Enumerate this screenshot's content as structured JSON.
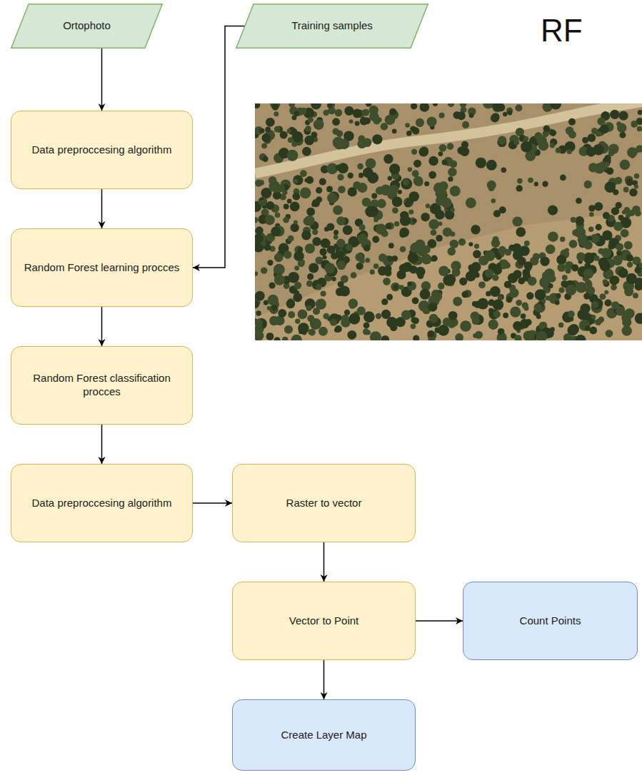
{
  "diagram": {
    "nodes": [
      {
        "text": [
          "Ortophoto"
        ]
      },
      {
        "text": [
          "Training samples"
        ]
      },
      {
        "text": [
          "Data preproccesing algorithm"
        ]
      },
      {
        "text": [
          "Random Forest learning procces"
        ]
      },
      {
        "text": [
          "Random Forest classification procces"
        ]
      },
      {
        "text": [
          "Data preproccesing algorithm"
        ]
      },
      {
        "text": [
          "Raster to vector"
        ]
      },
      {
        "text": [
          "Vector to Point"
        ]
      },
      {
        "text": [
          "Count Points"
        ]
      },
      {
        "text": [
          "Create Layer Map"
        ]
      }
    ],
    "edges": [
      {
        "from": 0,
        "to": 2,
        "arrow": "to"
      },
      {
        "from": 1,
        "to": 3,
        "arrow": "to"
      },
      {
        "from": 2,
        "to": 3,
        "arrow": "to"
      },
      {
        "from": 3,
        "to": 4,
        "arrow": "to"
      },
      {
        "from": 4,
        "to": 5,
        "arrow": "to"
      },
      {
        "from": 5,
        "to": 6,
        "arrow": "to"
      },
      {
        "from": 6,
        "to": 7,
        "arrow": "to"
      },
      {
        "from": 7,
        "to": 8,
        "arrow": "to"
      },
      {
        "from": 7,
        "to": 9,
        "arrow": "to"
      }
    ],
    "labels": [
      "RF"
    ]
  }
}
